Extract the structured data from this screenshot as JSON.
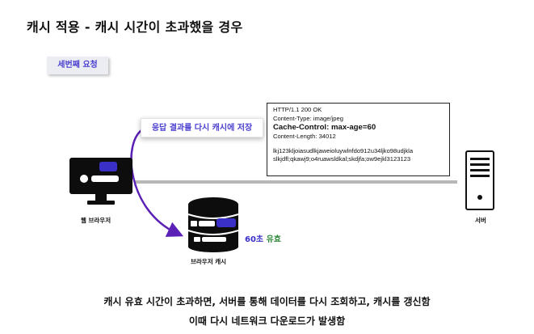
{
  "title": "캐시 적용 -  캐시 시간이 초과했을 경우",
  "request_tag": "세번째 요청",
  "callout": "응답 결과를 다시 캐시에 저장",
  "response": {
    "status_line": "HTTP/1.1 200 OK",
    "content_type": "Content-Type: image/jpeg",
    "cache_control": "Cache-Control: max-age=60",
    "content_length": "Content-Length: 34012",
    "body_line1": "lkj123kljoiasudlkjaweioluywlnfdo912u34ljko98udjkla",
    "body_line2": "slkjdfl;qkawj9;o4ruawsldkal;skdjfa;ow9ejkl3123123"
  },
  "labels": {
    "browser": "웹 브라우저",
    "server": "서버",
    "cache": "브라우저 캐시"
  },
  "ttl": {
    "number": "60초",
    "status": "유효"
  },
  "captions": {
    "line1": "캐시 유효 시간이 초과하면, 서버를 통해 데이터를 다시 조회하고, 캐시를 갱신함",
    "line2": "이때 다시 네트워크 다운로드가 발생함"
  },
  "colors": {
    "accent_purple": "#4a3fd0",
    "arrow_purple": "#5b21b6",
    "valid_green": "#2f8a3a",
    "icon_black": "#0d0d0d"
  }
}
